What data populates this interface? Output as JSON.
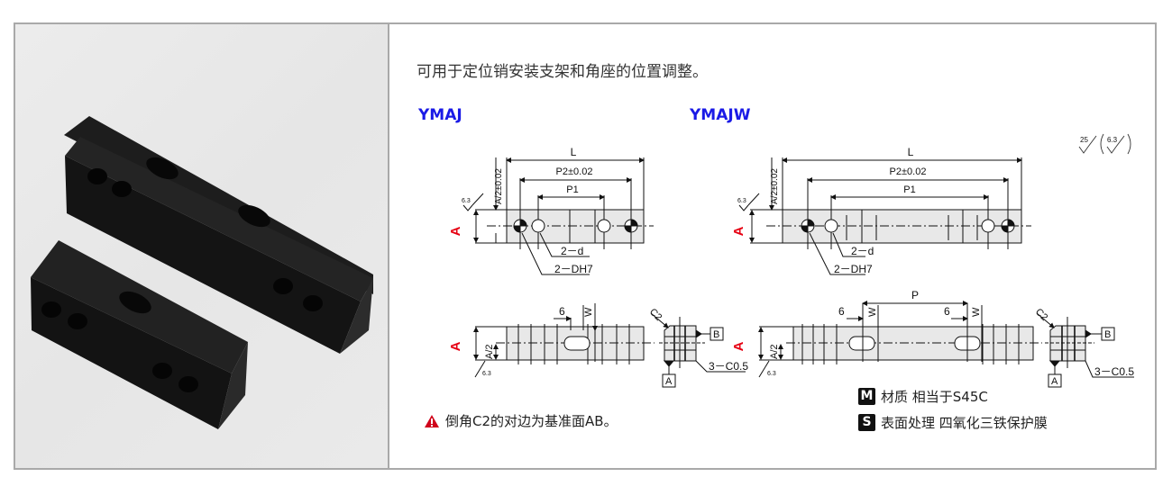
{
  "intro": "可用于定位销安装支架和角座的位置调整。",
  "models": [
    "YMAJ",
    "YMAJW"
  ],
  "drawing_labels": {
    "A": "A",
    "L": "L",
    "P2": "P2±0.02",
    "P1": "P1",
    "P": "P",
    "A2_tol": "A/2±0.02",
    "A2": "A/2",
    "d": "2－d",
    "D": "2－DH7",
    "six": "6",
    "W": "W",
    "C2": "C2",
    "chamfer": "3－C0.5",
    "datum_A": "A",
    "datum_B": "B",
    "roughness_small": "6.3",
    "roughness_main": "25",
    "roughness_paren": "6.3"
  },
  "warning": {
    "icon": "warning-triangle-icon",
    "text": "倒角C2的对边为基准面AB。",
    "color": "#d0021b"
  },
  "specs": [
    {
      "badge": "M",
      "text": "材质 相当于S45C"
    },
    {
      "badge": "S",
      "text": "表面处理 四氧化三铁保护膜"
    }
  ],
  "colors": {
    "model_blue": "#1a1ae6",
    "dimension_red": "#e60012",
    "border": "#a9a9a9"
  }
}
